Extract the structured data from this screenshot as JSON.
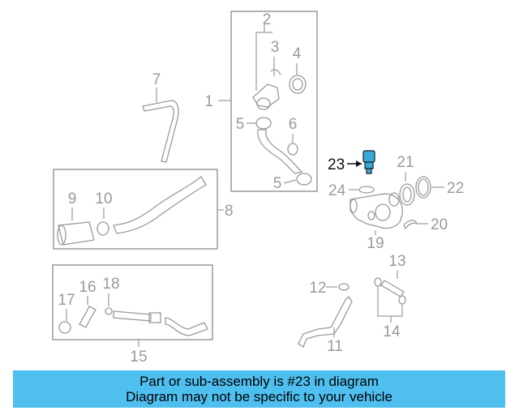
{
  "labels": {
    "l1": "1",
    "l2": "2",
    "l3": "3",
    "l4": "4",
    "l5a": "5",
    "l5b": "5",
    "l6": "6",
    "l7": "7",
    "l8": "8",
    "l9": "9",
    "l10": "10",
    "l11": "11",
    "l12": "12",
    "l13": "13",
    "l14": "14",
    "l15": "15",
    "l16": "16",
    "l17": "17",
    "l18": "18",
    "l19": "19",
    "l20": "20",
    "l21": "21",
    "l22": "22",
    "l23": "23",
    "l24": "24"
  },
  "highlight_part": "23",
  "colors": {
    "highlight": "#3aa9d8",
    "banner": "#4fbff0",
    "line_art": "#9a9a9a"
  },
  "banner": {
    "line1": "Part or sub-assembly is #23 in diagram",
    "line2": "Diagram may not be specific to your vehicle"
  }
}
